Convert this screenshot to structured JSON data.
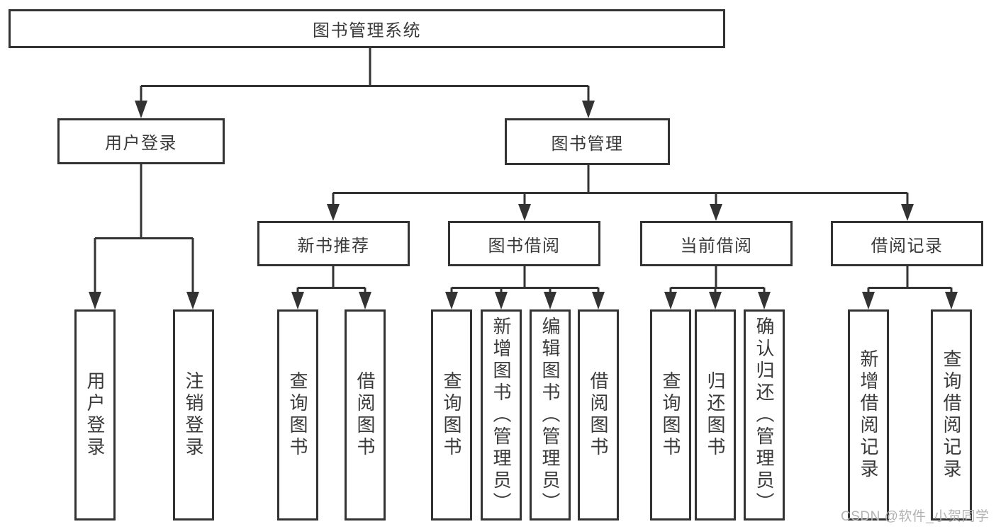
{
  "diagram": {
    "root": {
      "label": "图书管理系统",
      "children": [
        {
          "label": "用户登录",
          "children": [
            {
              "label": "用户登录"
            },
            {
              "label": "注销登录"
            }
          ]
        },
        {
          "label": "图书管理",
          "children": [
            {
              "label": "新书推荐",
              "children": [
                {
                  "label": "查询图书"
                },
                {
                  "label": "借阅图书"
                }
              ]
            },
            {
              "label": "图书借阅",
              "children": [
                {
                  "label": "查询图书"
                },
                {
                  "label": "新增图书（管理员）"
                },
                {
                  "label": "编辑图书（管理员）"
                },
                {
                  "label": "借阅图书"
                }
              ]
            },
            {
              "label": "当前借阅",
              "children": [
                {
                  "label": "查询图书"
                },
                {
                  "label": "归还图书"
                },
                {
                  "label": "确认归还（管理员）"
                }
              ]
            },
            {
              "label": "借阅记录",
              "children": [
                {
                  "label": "新增借阅记录"
                },
                {
                  "label": "查询借阅记录"
                }
              ]
            }
          ]
        }
      ]
    }
  },
  "watermark": {
    "text": "CSDN @软件_小贺同学"
  },
  "colors": {
    "line": "#333333",
    "border": "#333333",
    "text": "#3a3a3a",
    "watermark": "#b3b3b3",
    "background": "#ffffff"
  }
}
